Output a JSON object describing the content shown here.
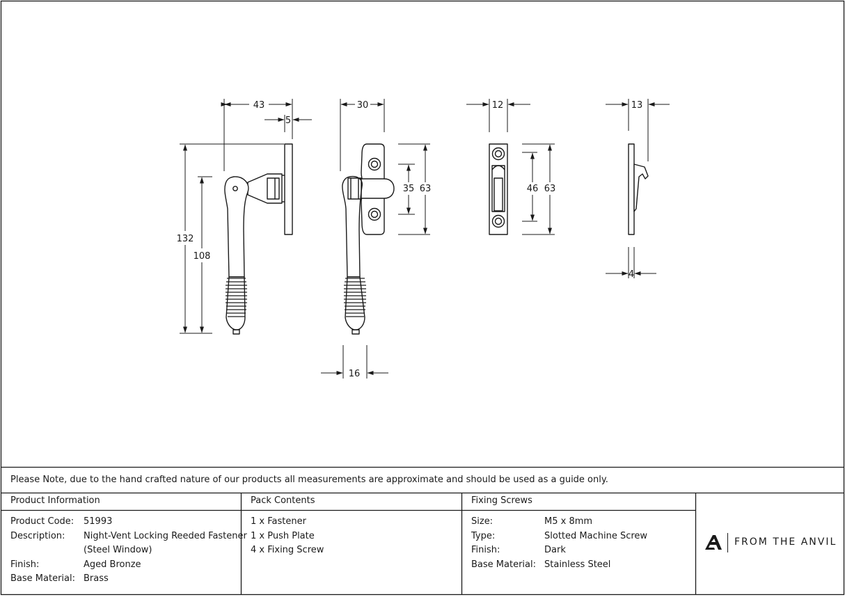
{
  "dimensions": {
    "fastener_side_width": "43",
    "fastener_side_plate": "5",
    "fastener_side_overall_height": "132",
    "fastener_side_handle_height": "108",
    "fastener_front_width": "30",
    "fastener_front_fixing_centres": "35",
    "fastener_front_plate_height": "63",
    "fastener_front_handle_width": "16",
    "push_plate_front_width": "12",
    "push_plate_front_slot_height": "46",
    "push_plate_front_height": "63",
    "push_plate_side_depth": "13",
    "push_plate_side_plate": "4"
  },
  "note": "Please Note, due to the hand crafted nature of our products all measurements are approximate and should be used as a guide only.",
  "product_info": {
    "heading": "Product Information",
    "rows": [
      {
        "label": "Product Code:",
        "value": "51993"
      },
      {
        "label": "Description:",
        "value": "Night-Vent Locking Reeded Fastener"
      },
      {
        "label": "",
        "value": "(Steel Window)"
      },
      {
        "label": "Finish:",
        "value": "Aged Bronze"
      },
      {
        "label": "Base Material:",
        "value": "Brass"
      }
    ]
  },
  "pack_contents": {
    "heading": "Pack Contents",
    "items": [
      "1 x Fastener",
      "1 x Push Plate",
      "4 x Fixing Screw"
    ]
  },
  "fixing_screws": {
    "heading": "Fixing Screws",
    "rows": [
      {
        "label": "Size:",
        "value": "M5 x 8mm"
      },
      {
        "label": "Type:",
        "value": "Slotted Machine Screw"
      },
      {
        "label": "Finish:",
        "value": "Dark"
      },
      {
        "label": "Base Material:",
        "value": "Stainless Steel"
      }
    ]
  },
  "brand": {
    "logo_icon": "anvil-a-logo-icon",
    "name": "FROM THE ANVIL"
  }
}
